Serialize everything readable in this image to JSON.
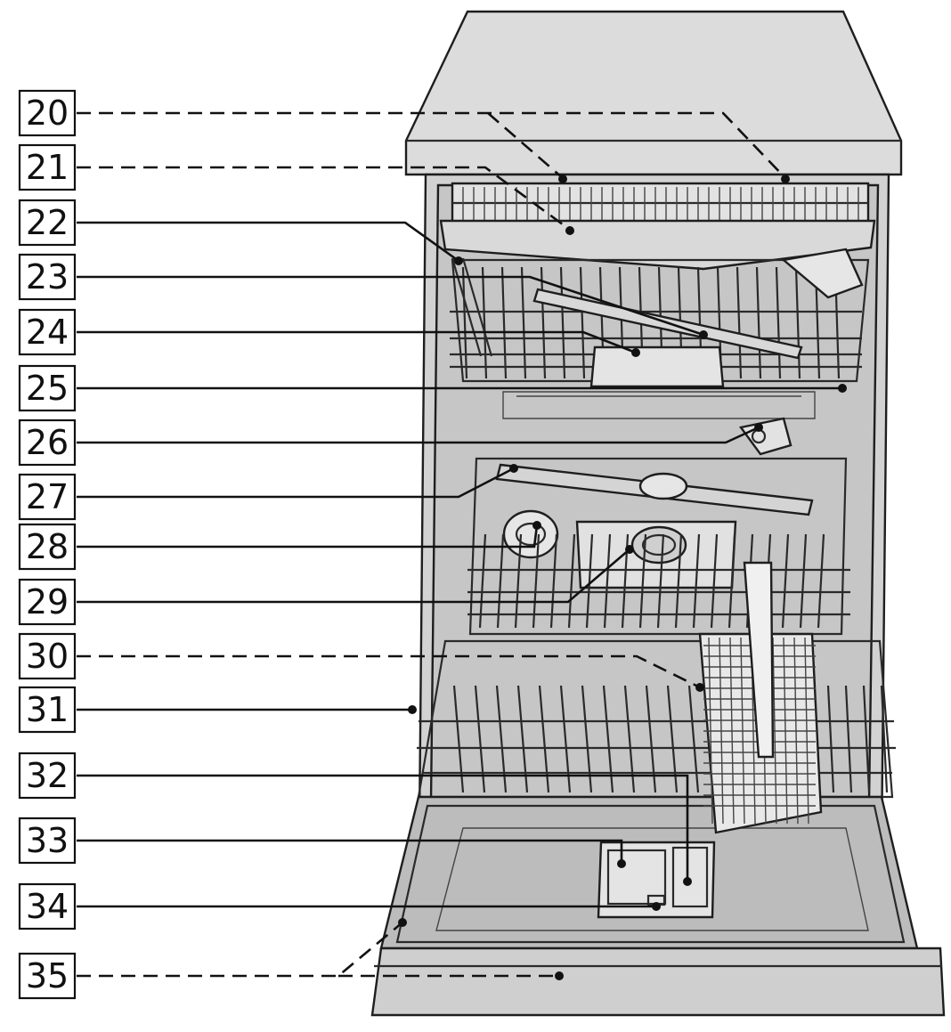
{
  "colors": {
    "outline": "#1e1e1e",
    "body_fill": "#d6d6d6",
    "panel_fill": "#dedede",
    "interior_fill": "#c9c9c9",
    "door_fill": "#b8b8b8",
    "rack_fill": "#bdbdbd"
  },
  "labels": [
    {
      "id": "20",
      "text": "20",
      "line": "dashed"
    },
    {
      "id": "21",
      "text": "21",
      "line": "dashed"
    },
    {
      "id": "22",
      "text": "22",
      "line": "solid"
    },
    {
      "id": "23",
      "text": "23",
      "line": "solid"
    },
    {
      "id": "24",
      "text": "24",
      "line": "solid"
    },
    {
      "id": "25",
      "text": "25",
      "line": "solid"
    },
    {
      "id": "26",
      "text": "26",
      "line": "solid"
    },
    {
      "id": "27",
      "text": "27",
      "line": "solid"
    },
    {
      "id": "28",
      "text": "28",
      "line": "solid"
    },
    {
      "id": "29",
      "text": "29",
      "line": "solid"
    },
    {
      "id": "30",
      "text": "30",
      "line": "dashed"
    },
    {
      "id": "31",
      "text": "31",
      "line": "solid"
    },
    {
      "id": "32",
      "text": "32",
      "line": "solid"
    },
    {
      "id": "33",
      "text": "33",
      "line": "solid"
    },
    {
      "id": "34",
      "text": "34",
      "line": "solid"
    },
    {
      "id": "35",
      "text": "35",
      "line": "dashed"
    }
  ]
}
